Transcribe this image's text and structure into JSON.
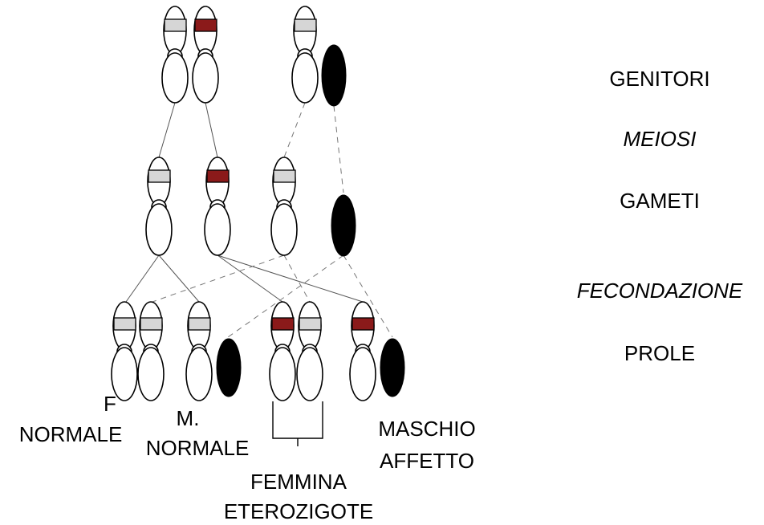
{
  "stages": {
    "parents": "GENITORI",
    "meiosis": "MEIOSI",
    "gametes": "GAMETI",
    "fertilization": "FECONDAZIONE",
    "offspring": "PROLE"
  },
  "offspring_labels": {
    "normal_female_line1": "F",
    "normal_female_line2": "NORMALE",
    "normal_male_line1": "M.",
    "normal_male_line2": "NORMALE",
    "carrier_female_line1": "FEMMINA",
    "carrier_female_line2": "ETEROZIGOTE",
    "affected_male_line1": "MASCHIO",
    "affected_male_line2": "AFFETTO"
  },
  "colors": {
    "mutant_band": "#8b1a1a",
    "normal_band": "#d6d6d6",
    "y_chromosome": "#000000",
    "chromosome_outline": "#000000"
  }
}
